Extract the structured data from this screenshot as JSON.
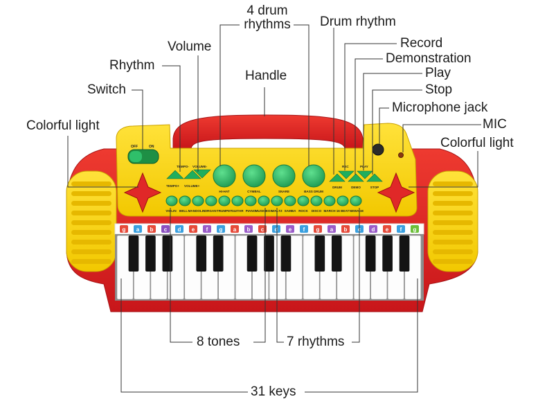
{
  "callouts": {
    "drum4_line1": "4 drum",
    "drum4_line2": "rhythms",
    "drum_rhythm": "Drum rhythm",
    "record": "Record",
    "demonstration": "Demonstration",
    "play": "Play",
    "stop": "Stop",
    "mic_jack": "Microphone jack",
    "mic": "MIC",
    "colorful_light_right": "Colorful light",
    "volume": "Volume",
    "rhythm": "Rhythm",
    "handle": "Handle",
    "switch": "Switch",
    "colorful_light_left": "Colorful light",
    "tones8": "8 tones",
    "rhythms7": "7 rhythms",
    "keys31": "31 keys"
  },
  "panel": {
    "off": "OFF",
    "on": "ON",
    "tempo_minus": "TEMPO-",
    "volume_minus": "VOLUME-",
    "tempo_plus": "TEMPO+",
    "volume_plus": "VOLUME+",
    "drums": [
      "HI-HAT",
      "CYMBAL",
      "SNARE",
      "BASS DRUM"
    ],
    "rec": "REC",
    "play": "PLAY",
    "drum": "DRUM",
    "demo": "DEMO",
    "stop": "STOP",
    "tones": [
      "VIOLIN",
      "BELL",
      "MANDOLIN",
      "ORGAN",
      "TRUMPET",
      "GUITAR",
      "PIANO",
      "MUSICBOX"
    ],
    "rhythms": [
      "WALTZ",
      "SAMBA",
      "ROCK",
      "DISCO",
      "MARCH",
      "16 BEAT",
      "NEWAGE"
    ],
    "note_letters": [
      "g",
      "a",
      "b",
      "c",
      "d",
      "e",
      "f",
      "g",
      "a",
      "b",
      "c",
      "d",
      "e",
      "f",
      "g",
      "a",
      "b",
      "c",
      "d",
      "e",
      "f",
      "g"
    ],
    "note_colors": [
      "#e64a3a",
      "#3aa0e0",
      "#e64a3a",
      "#8a4fc0",
      "#3aa0e0",
      "#e64a3a",
      "#9a5cc8",
      "#3aa0e0",
      "#e64a3a",
      "#9a5cc8",
      "#e64a3a",
      "#3aa0e0",
      "#9a5cc8",
      "#3aa0e0",
      "#e64a3a",
      "#9a5cc8",
      "#e64a3a",
      "#3aa0e0",
      "#9a5cc8",
      "#e64a3a",
      "#3aa0e0",
      "#6cbf3a"
    ]
  },
  "colors": {
    "body_red": "#d8201c",
    "body_yellow": "#f8d400",
    "button_green": "#2bb567",
    "line": "#333333"
  }
}
